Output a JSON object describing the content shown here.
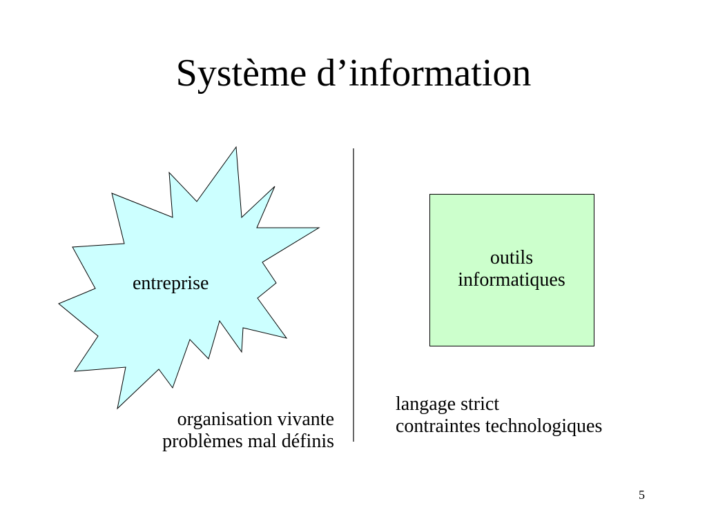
{
  "title": "Système d’information",
  "colors": {
    "starburst_fill": "#ccffff",
    "box_fill": "#ccffcc",
    "stroke": "#000000",
    "divider": "#000000"
  },
  "left": {
    "shape_label": "entreprise",
    "caption": [
      "organisation vivante",
      "problèmes mal définis"
    ]
  },
  "right": {
    "box_label": [
      "outils",
      "informatiques"
    ],
    "caption": [
      "langage strict",
      "contraintes technologiques"
    ]
  },
  "page_number": "5"
}
